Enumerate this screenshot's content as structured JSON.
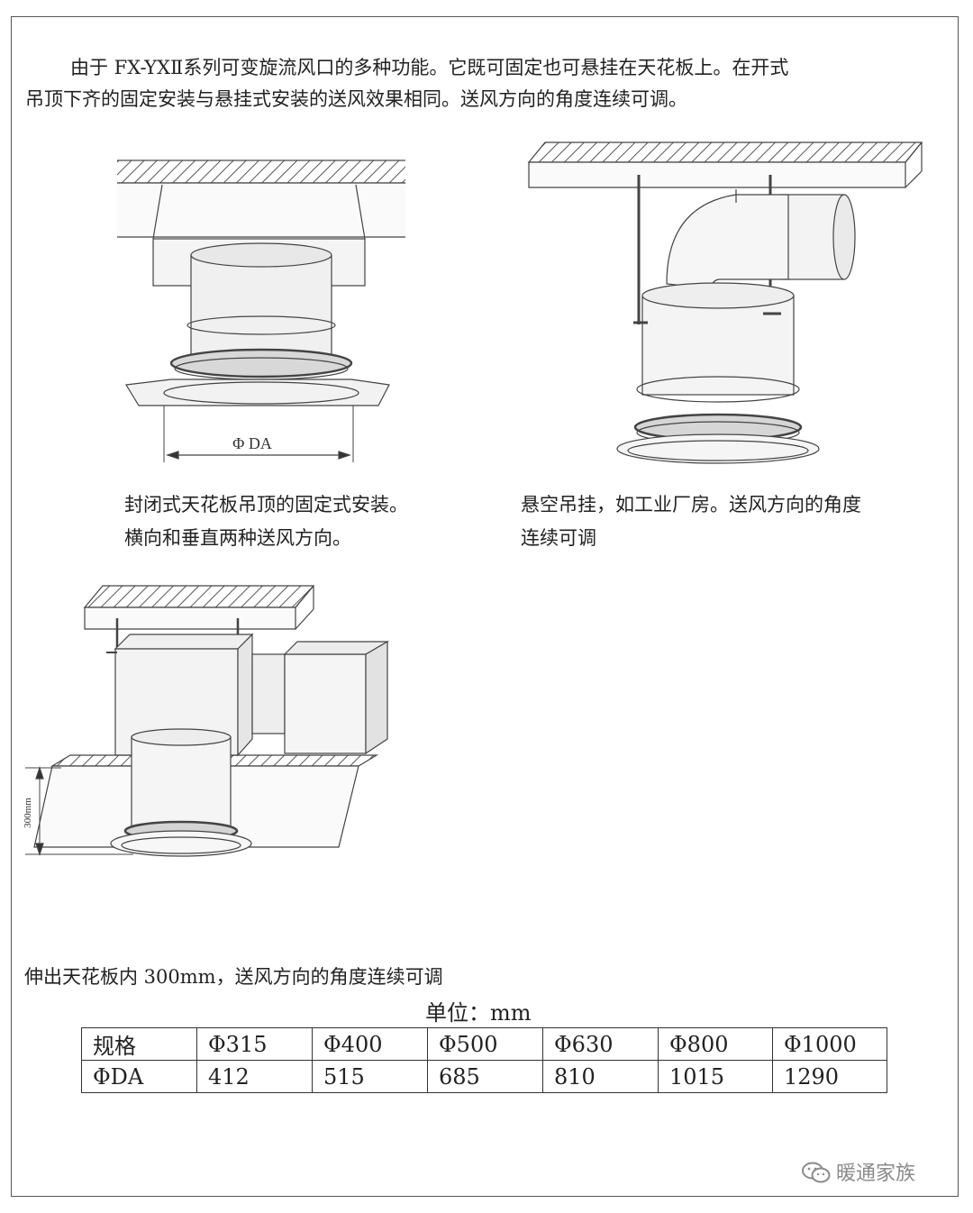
{
  "intro": {
    "line1": "由于 FX-YXⅡ系列可变旋流风口的多种功能。它既可固定也可悬挂在天花板上。在开式",
    "line2": "吊顶下齐的固定安装与悬挂式安装的送风效果相同。送风方向的角度连续可调。"
  },
  "figures": {
    "fig1": {
      "dim_label": "Φ  DA"
    },
    "fig3": {
      "dim_label": "300mm"
    }
  },
  "captions": {
    "fig1": {
      "line1": "封闭式天花板吊顶的固定式安装。",
      "line2": "横向和垂直两种送风方向。"
    },
    "fig2": {
      "line1": "悬空吊挂，如工业厂房。送风方向的角度",
      "line2": "连续可调"
    },
    "fig3": "伸出天花板内 300mm，送风方向的角度连续可调"
  },
  "table": {
    "unit": "单位：mm",
    "rows": [
      [
        "规格",
        "Φ315",
        "Φ400",
        "Φ500",
        "Φ630",
        "Φ800",
        "Φ1000"
      ],
      [
        "ΦDA",
        "412",
        "515",
        "685",
        "810",
        "1015",
        "1290"
      ]
    ]
  },
  "watermark": {
    "text": "暖通家族",
    "icon": "wechat-icon"
  }
}
